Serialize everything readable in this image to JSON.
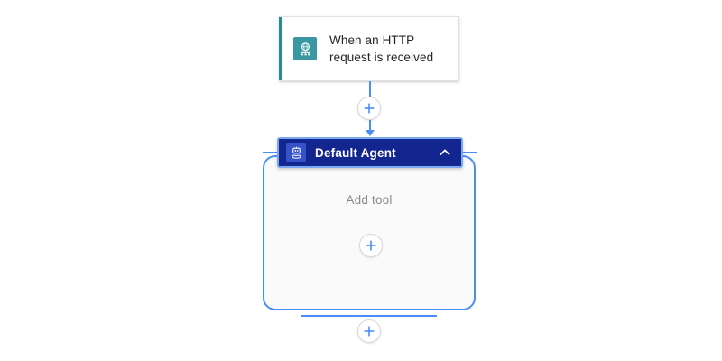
{
  "canvas": {
    "background_color": "#ffffff"
  },
  "trigger": {
    "title": "When an HTTP request is received",
    "icon": "http-globe-icon",
    "icon_bg": "#3b98a0",
    "accent_color": "#2a8a90",
    "card_bg": "#ffffff"
  },
  "connectors": {
    "color": "#4b8df8",
    "top_add_button": {
      "icon": "plus-icon",
      "label": "Insert a new step"
    },
    "bottom_add_button": {
      "icon": "plus-icon",
      "label": "Insert a new step"
    }
  },
  "agent": {
    "title": "Default Agent",
    "icon": "robot-icon",
    "header_bg": "#13258f",
    "header_border": "#7aa7f0",
    "icon_bg": "#3552c9",
    "collapse_icon": "chevron-up-icon",
    "group_border_color": "#4b8df8",
    "group_bg": "#fafafa",
    "empty_label": "Add tool",
    "add_tool_button": {
      "icon": "plus-icon",
      "label": "Add tool"
    }
  }
}
